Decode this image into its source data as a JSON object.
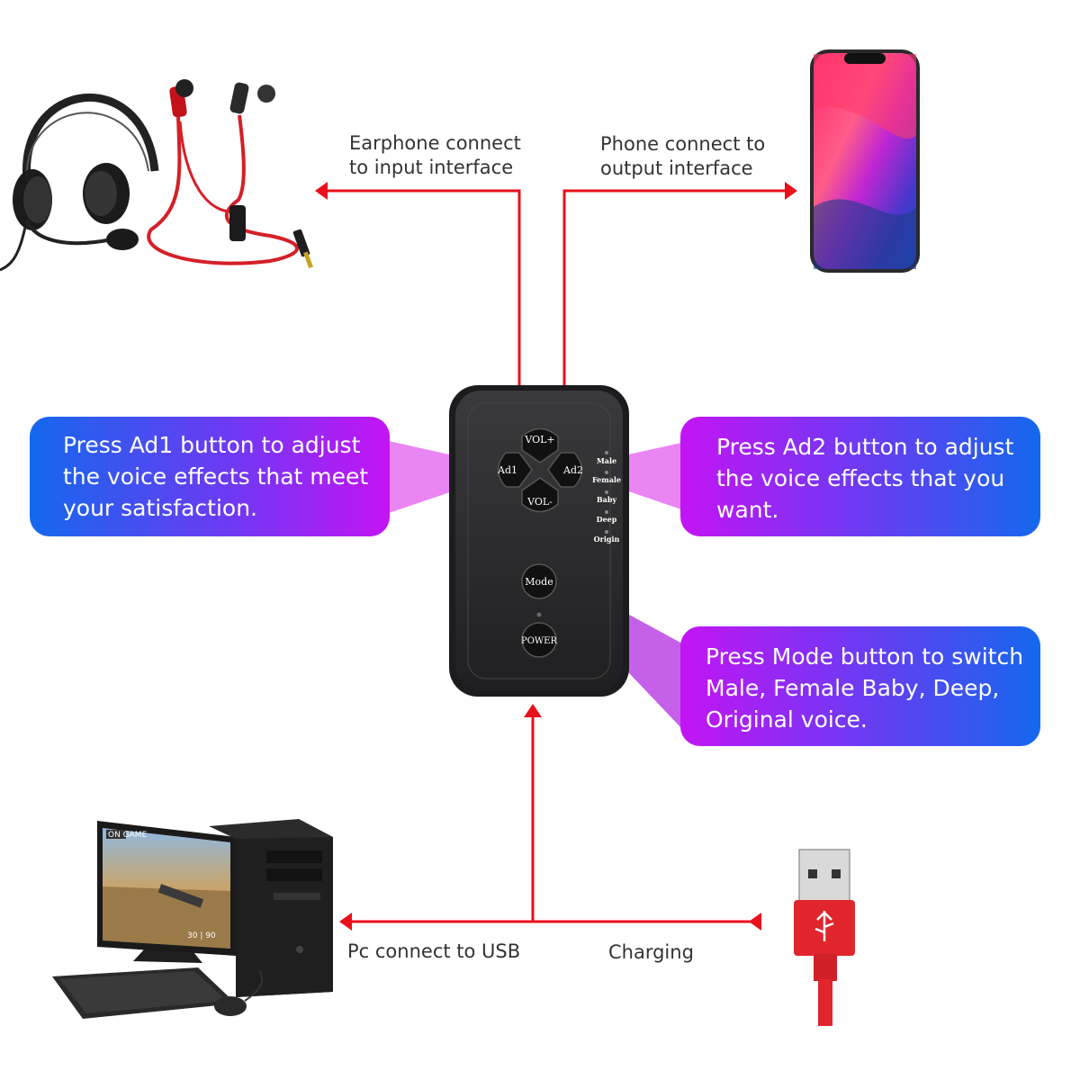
{
  "connections": {
    "earphone": {
      "line1": "Earphone connect",
      "line2": "to input interface"
    },
    "phone": {
      "line1": "Phone connect to",
      "line2": "output interface"
    },
    "pc": {
      "label": "Pc connect to USB"
    },
    "charging": {
      "label": "Charging"
    }
  },
  "callouts": {
    "ad1": {
      "line1": "Press Ad1 button to adjust",
      "line2": "the voice effects that meet",
      "line3": "your satisfaction."
    },
    "ad2": {
      "line1": "Press Ad2 button to adjust",
      "line2": "the voice effects that you",
      "line3": "want."
    },
    "mode": {
      "line1": "Press Mode button to switch",
      "line2": "Male, Female Baby, Deep,",
      "line3": "Original voice."
    }
  },
  "device": {
    "buttons": {
      "vol_plus": "VOL+",
      "vol_minus": "VOL-",
      "ad1": "Ad1",
      "ad2": "Ad2",
      "mode": "Mode",
      "power": "POWER"
    },
    "leds": [
      "Male",
      "Female",
      "Baby",
      "Deep",
      "Origin"
    ]
  },
  "game_screen": {
    "hud": "ON GAME",
    "ammo": "30 | 90"
  },
  "colors": {
    "arrow": "#e8111b",
    "callout_blue": "#1e5df2",
    "callout_purple": "#c414f5",
    "beam": "#e35cf0",
    "device_body": "#2e2e30"
  }
}
